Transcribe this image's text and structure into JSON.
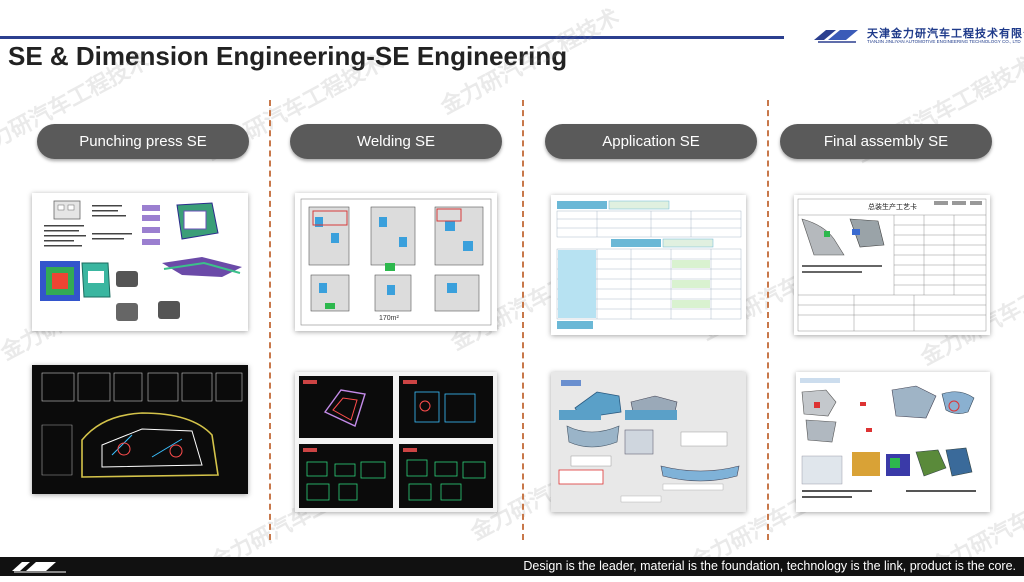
{
  "header": {
    "company_cn": "天津金力研汽车工程技术有限公司",
    "company_en": "TIANJIN JINLIYAN AUTOMOTIVE ENGINEERING TECHNOLOGY CO., LTD",
    "title": "SE & Dimension Engineering-SE Engineering",
    "accent_color": "#2b3f8f"
  },
  "watermark_text": "金力研汽车工程技术",
  "columns": [
    {
      "label": "Punching press SE"
    },
    {
      "label": "Welding SE"
    },
    {
      "label": "Application SE"
    },
    {
      "label": "Final assembly SE"
    }
  ],
  "thumbnails": {
    "welding_area": "170m²",
    "final_assembly_title": "总装生产工艺卡"
  },
  "divider_color": "#c8784a",
  "footer": {
    "tagline": "Design is the leader, material is the foundation, technology is the link, product is the core."
  }
}
